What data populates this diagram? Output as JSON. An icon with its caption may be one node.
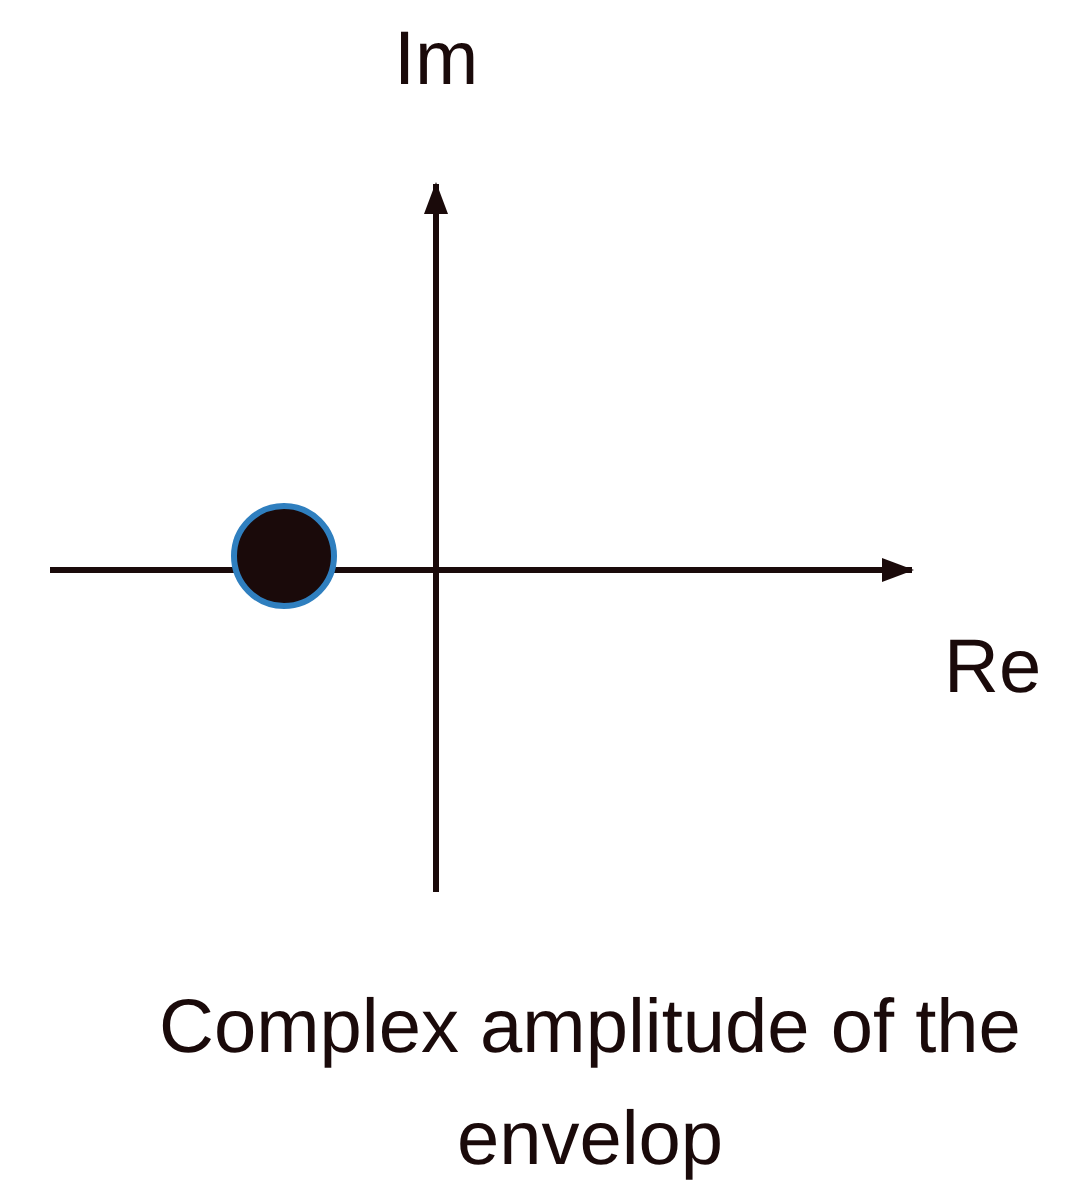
{
  "diagram": {
    "caption": "Complex amplitude of the envelop",
    "nodes": [
      {
        "text": [],
        "shape": "circle"
      }
    ],
    "labels": [
      "Im",
      "Re"
    ]
  }
}
